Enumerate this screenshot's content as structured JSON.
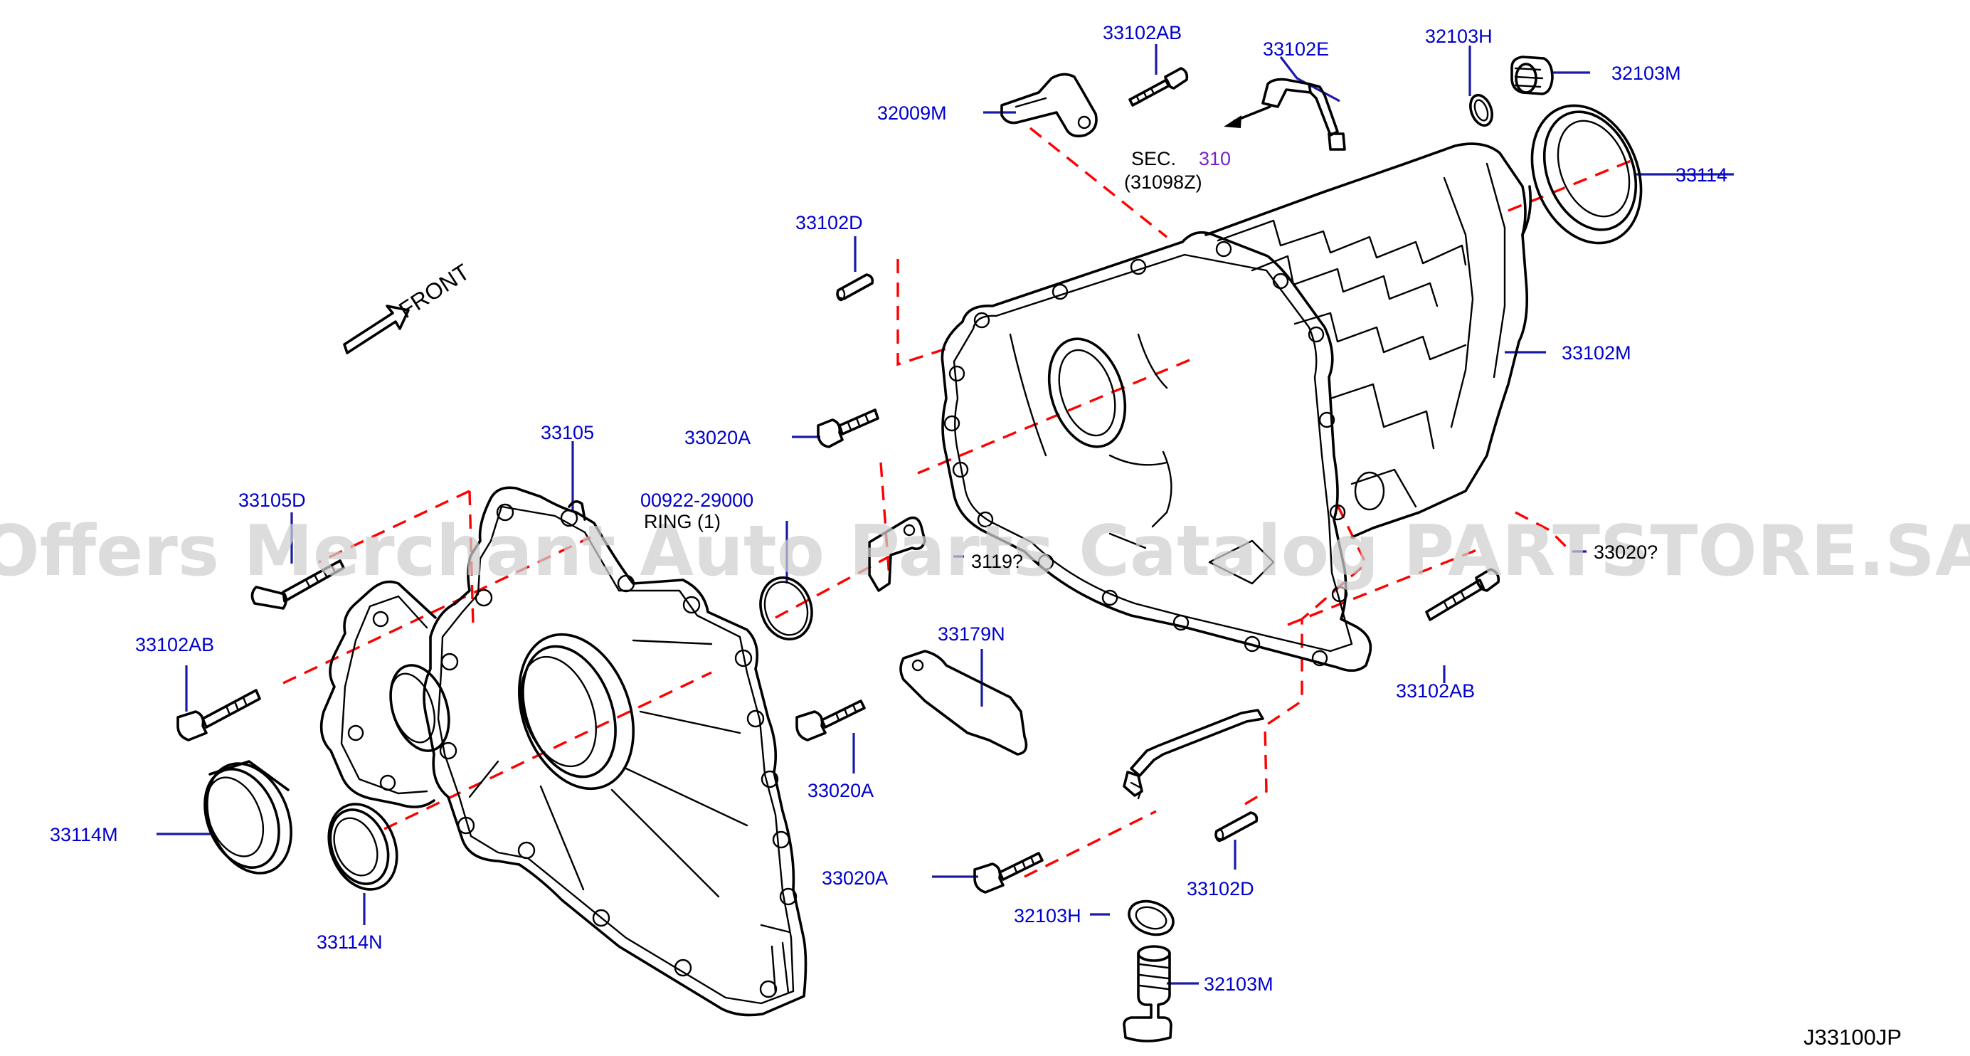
{
  "labels": {
    "l_33102AB_top": "33102AB",
    "l_33102E": "33102E",
    "l_32103H_top": "32103H",
    "l_32103M_top": "32103M",
    "l_32009M": "32009M",
    "l_sec": "SEC.",
    "l_sec_num": "310",
    "l_sec_ref": "(31098Z)",
    "l_33114": "33114",
    "l_33102D_top": "33102D",
    "l_33102M": "33102M",
    "l_front": "FRONT",
    "l_33020A_top": "33020A",
    "l_33105": "33105",
    "l_33105D": "33105D",
    "l_oring_pn": "00922-29000",
    "l_oring_name": "RING (1)",
    "l_3119x": "3119?",
    "l_33020_right": "33020?",
    "l_33102AB_left": "33102AB",
    "l_33179N": "33179N",
    "l_33102AB_right": "33102AB",
    "l_33020A_mid": "33020A",
    "l_33114M": "33114M",
    "l_33114N": "33114N",
    "l_33020A_bot": "33020A",
    "l_33102D_bot": "33102D",
    "l_32103H_bot": "32103H",
    "l_32103M_bot": "32103M",
    "diagram_code": "J33100JP"
  },
  "watermark": "Offers Merchant Auto Parts Catalog PARTSTORE.SA",
  "colors": {
    "part_label": "#0000cc",
    "reference_number": "#7a22c8",
    "centerline": "#ff0000",
    "leader": "#1a1aa8",
    "outline": "#000000"
  }
}
